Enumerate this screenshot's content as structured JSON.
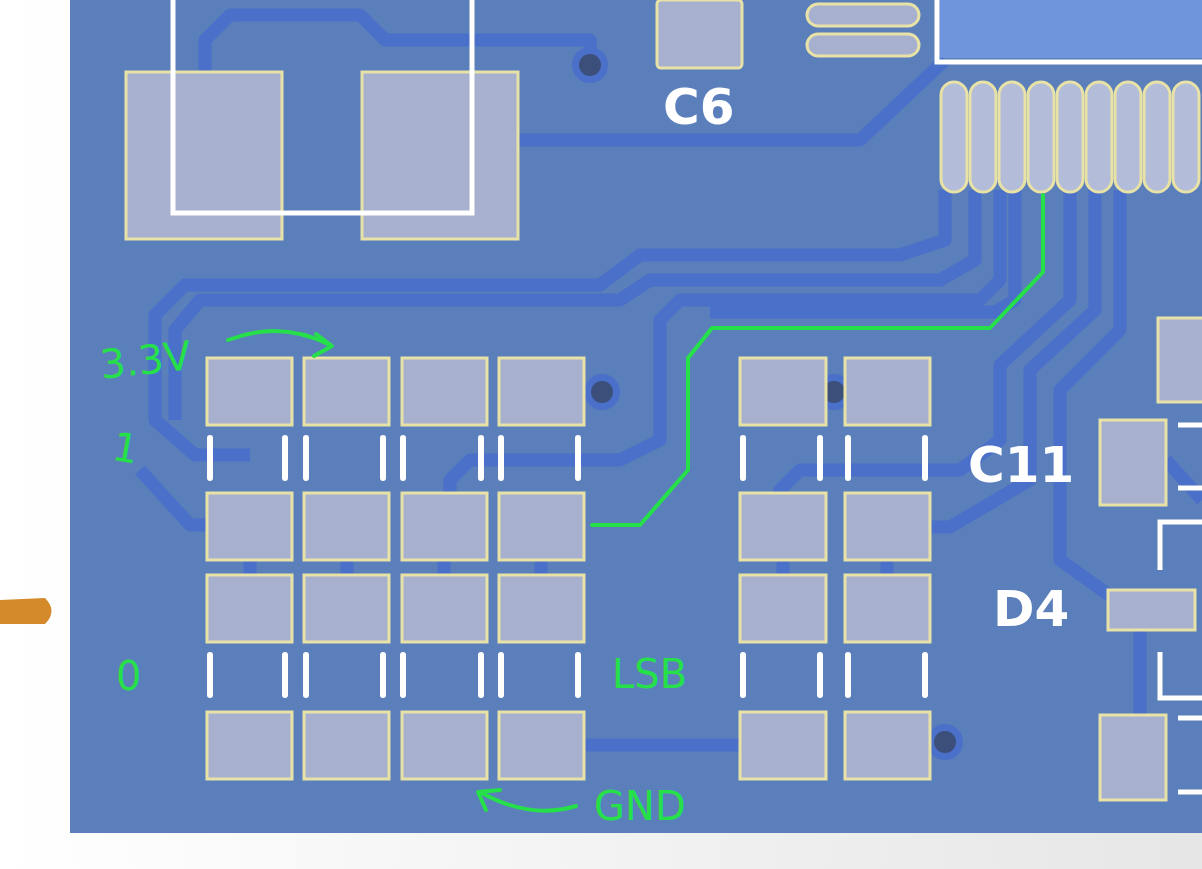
{
  "diagram": {
    "labels": [
      "C6",
      "C11",
      "D4",
      "3.3V",
      "1",
      "0",
      "LSB",
      "GND"
    ]
  }
}
